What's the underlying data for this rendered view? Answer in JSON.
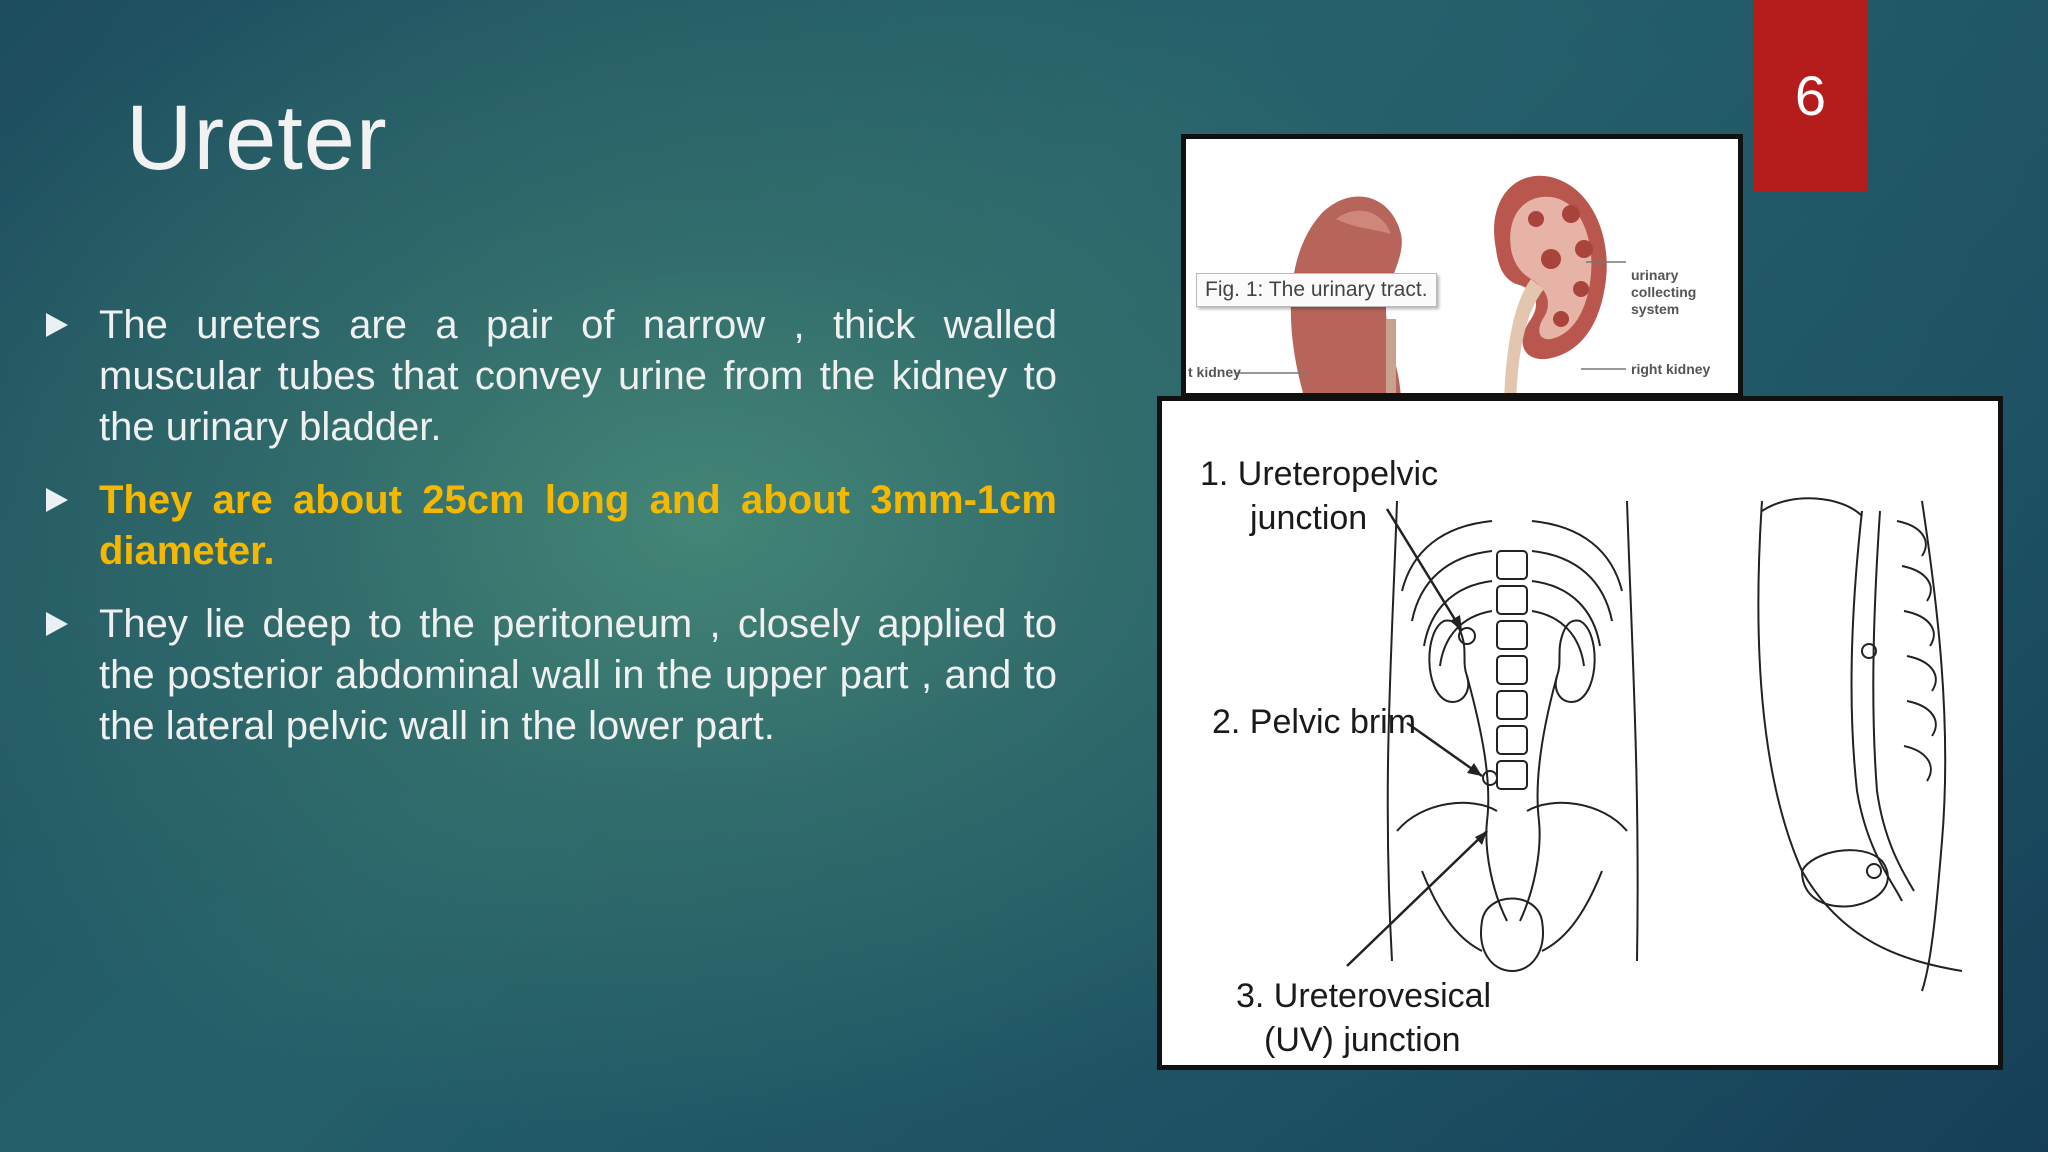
{
  "slide": {
    "title": "Ureter",
    "page_number": "6"
  },
  "bullets": [
    "The ureters are a pair of narrow , thick walled muscular tubes that convey urine from the kidney  to the urinary bladder.",
    "They are about 25cm long and about 3mm-1cm  diameter.",
    "They lie deep to the peritoneum , closely applied to the posterior abdominal wall in the upper part , and to the lateral pelvic wall in the lower part."
  ],
  "figure_top": {
    "caption": "Fig. 1: The urinary tract.",
    "label_collecting": "urinary collecting system",
    "label_right_kidney": "right kidney",
    "label_left_kidney": "t kidney"
  },
  "figure_bottom": {
    "label_1a": "1. Ureteropelvic",
    "label_1b": "junction",
    "label_2": "2. Pelvic brim",
    "label_3a": "3. Ureterovesical",
    "label_3b": "(UV) junction"
  }
}
